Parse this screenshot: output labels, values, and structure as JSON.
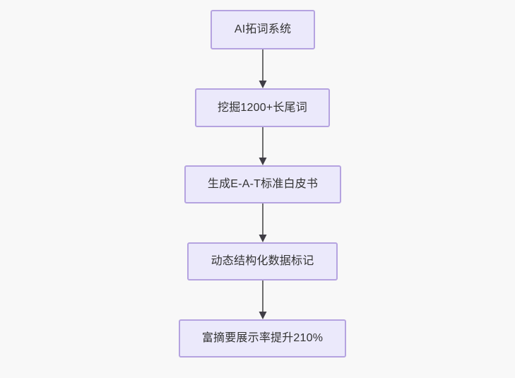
{
  "diagram": {
    "type": "flowchart",
    "direction": "top-to-bottom",
    "background_color": "#f8f8f8",
    "node_fill_color": "#ebe9fb",
    "node_border_color": "#b5a3e0",
    "node_text_color": "#333333",
    "edge_color": "#6e6e6e",
    "arrowhead_color": "#3f3d45",
    "nodes": [
      {
        "id": "n1",
        "label": "AI拓词系统"
      },
      {
        "id": "n2",
        "label": "挖掘1200+长尾词"
      },
      {
        "id": "n3",
        "label": "生成E-A-T标准白皮书"
      },
      {
        "id": "n4",
        "label": "动态结构化数据标记"
      },
      {
        "id": "n5",
        "label": "富摘要展示率提升210%"
      }
    ],
    "edges": [
      {
        "from": "n1",
        "to": "n2",
        "label": ""
      },
      {
        "from": "n2",
        "to": "n3",
        "label": ""
      },
      {
        "from": "n3",
        "to": "n4",
        "label": ""
      },
      {
        "from": "n4",
        "to": "n5",
        "label": ""
      }
    ]
  }
}
